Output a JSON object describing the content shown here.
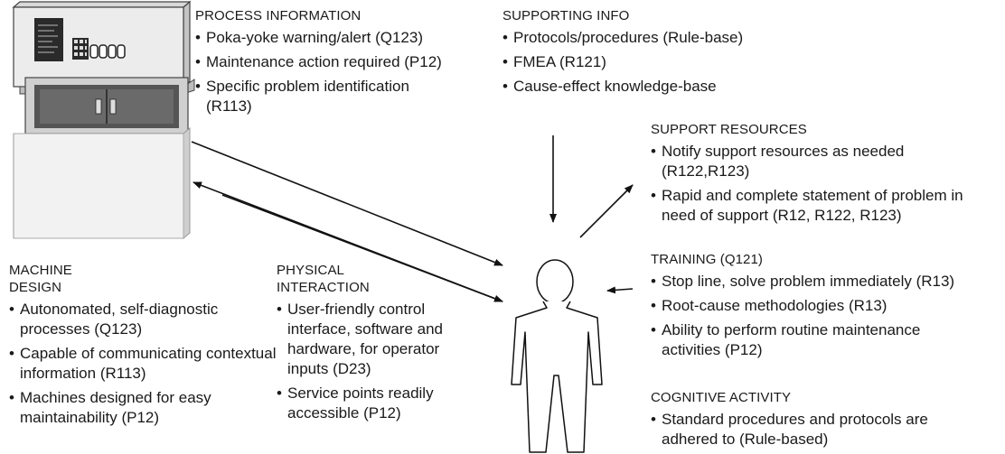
{
  "process_information": {
    "heading": "PROCESS INFORMATION",
    "items": [
      "Poka-yoke warning/alert (Q123)",
      "Maintenance action required (P12)",
      "Specific problem identification (R113)"
    ]
  },
  "supporting_info": {
    "heading": "SUPPORTING INFO",
    "items": [
      "Protocols/procedures (Rule-base)",
      "FMEA (R121)",
      "Cause-effect knowledge-base"
    ]
  },
  "support_resources": {
    "heading": "SUPPORT RESOURCES",
    "items": [
      "Notify support resources as needed (R122,R123)",
      "Rapid and complete statement of problem in need of support (R12, R122, R123)"
    ]
  },
  "training": {
    "heading": "TRAINING (Q121)",
    "items": [
      "Stop line, solve problem immediately (R13)",
      "Root-cause methodologies (R13)",
      "Ability to perform routine maintenance activities (P12)"
    ]
  },
  "cognitive_activity": {
    "heading": "COGNITIVE ACTIVITY",
    "items": [
      "Standard procedures and protocols are adhered to (Rule-based)"
    ]
  },
  "machine_design": {
    "heading_lines": [
      "MACHINE",
      "DESIGN"
    ],
    "items": [
      "Autonomated, self-diagnostic processes (Q123)",
      "Capable of communicating contextual information (R113)",
      "Machines designed for easy maintainability (P12)"
    ]
  },
  "physical_interaction": {
    "heading_lines": [
      "PHYSICAL",
      "INTERACTION"
    ],
    "items": [
      "User-friendly control interface, software and hardware, for operator inputs (D23)",
      "Service points readily accessible (P12)"
    ]
  }
}
